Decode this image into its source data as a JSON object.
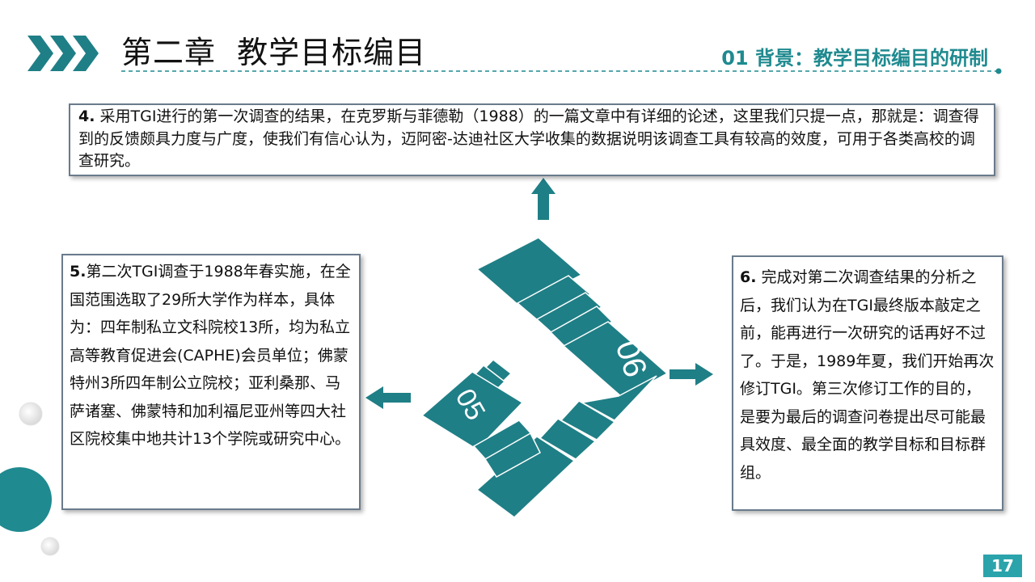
{
  "header": {
    "title": "第二章  教学目标编目",
    "subtitle": "01 背景：教学目标编目的研制"
  },
  "boxes": {
    "b4": {
      "num": "4.",
      "text": "  采用TGI进行的第一次调查的结果，在克罗斯与菲德勒（1988）的一篇文章中有详细的论述，这里我们只提一点，那就是：调查得到的反馈颇具力度与广度，使我们有信心认为，迈阿密-达迪社区大学收集的数据说明该调查工具有较高的效度，可用于各类高校的调查研究。"
    },
    "b5": {
      "num": "5.",
      "text": "第二次TGI调查于1988年春实施，在全国范围选取了29所大学作为样本，具体为：四年制私立文科院校13所，均为私立高等教育促进会(CAPHE)会员单位；佛蒙特州3所四年制公立院校；亚利桑那、马萨诸塞、佛蒙特和加利福尼亚州等四大社区院校集中地共计13个学院或研究中心。"
    },
    "b6": {
      "num": "6.",
      "text": " 完成对第二次调查结果的分析之后，我们认为在TGI最终版本敲定之前，能再进行一次研究的话再好不过了。于是，1989年夏，我们开始再次修订TGI。第三次修订工作的目的，是要为最后的调查问卷提出尽可能最具效度、最全面的教学目标和目标群组。"
    }
  },
  "diagram": {
    "label_05": "05",
    "label_06": "06"
  },
  "page_number": "17",
  "colors": {
    "teal": "#1f7f86",
    "accent": "#1f8a8f",
    "border": "#6a7b8c",
    "page_badge": "#2aa3ab"
  }
}
